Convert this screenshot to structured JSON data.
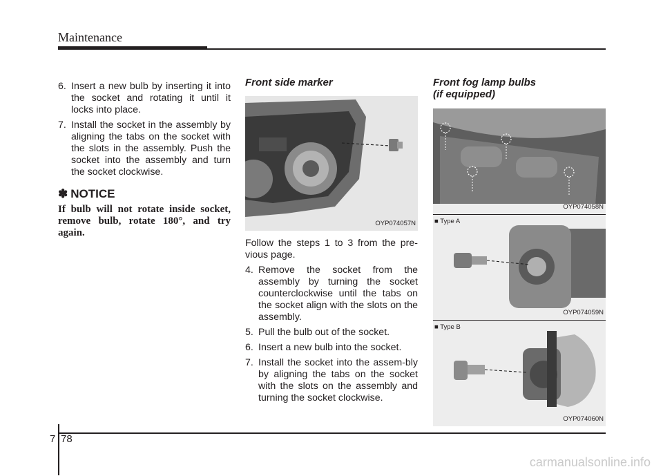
{
  "header": {
    "title": "Maintenance"
  },
  "column1": {
    "steps": [
      {
        "num": "6.",
        "text": "Insert a new bulb by inserting it into the socket and rotating it until it locks into place."
      },
      {
        "num": "7.",
        "text": "Install the socket in the assembly by aligning the tabs on the socket with the slots in the assembly. Push the socket into the assembly and turn the socket clockwise."
      }
    ],
    "notice": {
      "symbol": "✽",
      "title": "NOTICE",
      "body": "If bulb will not rotate inside socket, remove bulb, rotate 180°, and try again."
    }
  },
  "column2": {
    "title": "Front side marker",
    "photo_code": "OYP074057N",
    "intro": "Follow the steps 1 to 3 from the pre-vious page.",
    "steps": [
      {
        "num": "4.",
        "text": "Remove the socket from the assembly by turning the socket counterclockwise until the tabs on the socket align with the slots on the assembly."
      },
      {
        "num": "5.",
        "text": "Pull the bulb out of the socket."
      },
      {
        "num": "6.",
        "text": "Insert a new bulb into the socket."
      },
      {
        "num": "7.",
        "text": "Install the socket into the assem-bly by aligning the tabs on the socket with the slots on the assembly and turning the socket clockwise."
      }
    ]
  },
  "column3": {
    "title_line1": "Front fog lamp bulbs",
    "title_line2": "(if equipped)",
    "photo1_code": "OYP074058N",
    "photo2_label": "■ Type A",
    "photo2_code": "OYP074059N",
    "photo3_label": "■ Type B",
    "photo3_code": "OYP074060N"
  },
  "footer": {
    "chapter": "7",
    "page": "78",
    "watermark": "carmanualsonline.info"
  }
}
